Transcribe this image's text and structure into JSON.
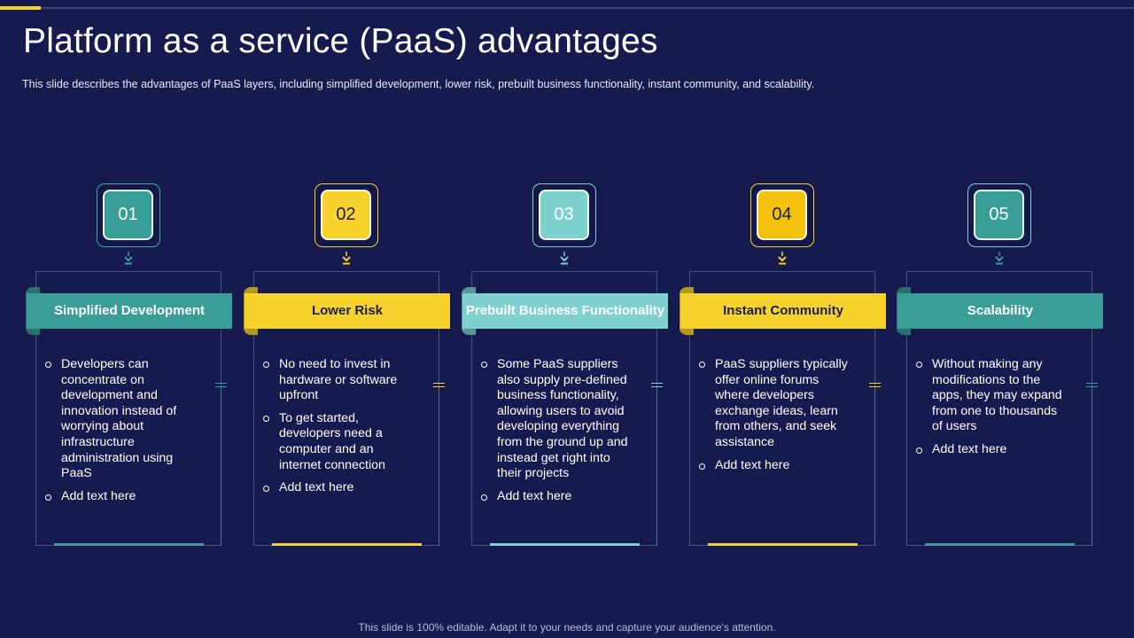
{
  "slide": {
    "title": "Platform as a service (PaaS) advantages",
    "subtitle": "This slide describes the advantages  of PaaS layers, including simplified development,  lower risk, prebuilt business functionality, instant community, and scalability.",
    "footer": "This slide is 100% editable. Adapt it to your needs and capture your audience's attention."
  },
  "colors": {
    "background": "#161a4e",
    "teal": "#3a9e98",
    "yellow": "#f6d32c",
    "light_teal": "#7fd1cf",
    "text": "#ffffff"
  },
  "cards": [
    {
      "number": "01",
      "heading": "Simplified Development",
      "accent": "#3a9e98",
      "badge_fill": "#3a9e98",
      "badge_ring": "#3fa7a3",
      "ribbon_text": "#ffffff",
      "number_color": "#ffffff",
      "points": [
        "Developers can concentrate on development and innovation instead of worrying about infrastructure administration using PaaS"
      ],
      "add_text": "Add text here"
    },
    {
      "number": "02",
      "heading": "Lower Risk",
      "accent": "#f6d32c",
      "badge_fill": "#f6d32c",
      "badge_ring": "#f6d32c",
      "ribbon_text": "#1a1d4a",
      "number_color": "#1a1d4a",
      "points": [
        "No need to invest in hardware or software upfront",
        "To get started, developers need a computer and an internet connection"
      ],
      "add_text": "Add text here"
    },
    {
      "number": "03",
      "heading": "Prebuilt Business Functionality",
      "accent": "#7fd1cf",
      "badge_fill": "#7fd1cf",
      "badge_ring": "#7fd1cf",
      "ribbon_text": "#ffffff",
      "number_color": "#ffffff",
      "points": [
        "Some PaaS suppliers also supply pre-defined business functionality, allowing users to avoid developing everything from the ground up and instead get right into their projects"
      ],
      "add_text": "Add text here"
    },
    {
      "number": "04",
      "heading": "Instant Community",
      "accent": "#f6d32c",
      "badge_fill": "#f2c20c",
      "badge_ring": "#f6d32c",
      "ribbon_text": "#1a1d4a",
      "number_color": "#1a1d4a",
      "points": [
        "PaaS suppliers typically offer online forums where developers exchange ideas, learn from others, and seek assistance"
      ],
      "add_text": "Add text here"
    },
    {
      "number": "05",
      "heading": "Scalability",
      "accent": "#3a9e98",
      "badge_fill": "#3a9e98",
      "badge_ring": "#7fd1cf",
      "ribbon_text": "#ffffff",
      "number_color": "#ffffff",
      "points": [
        "Without making any modifications to the apps, they may expand from one to thousands of users"
      ],
      "add_text": "Add text here"
    }
  ]
}
